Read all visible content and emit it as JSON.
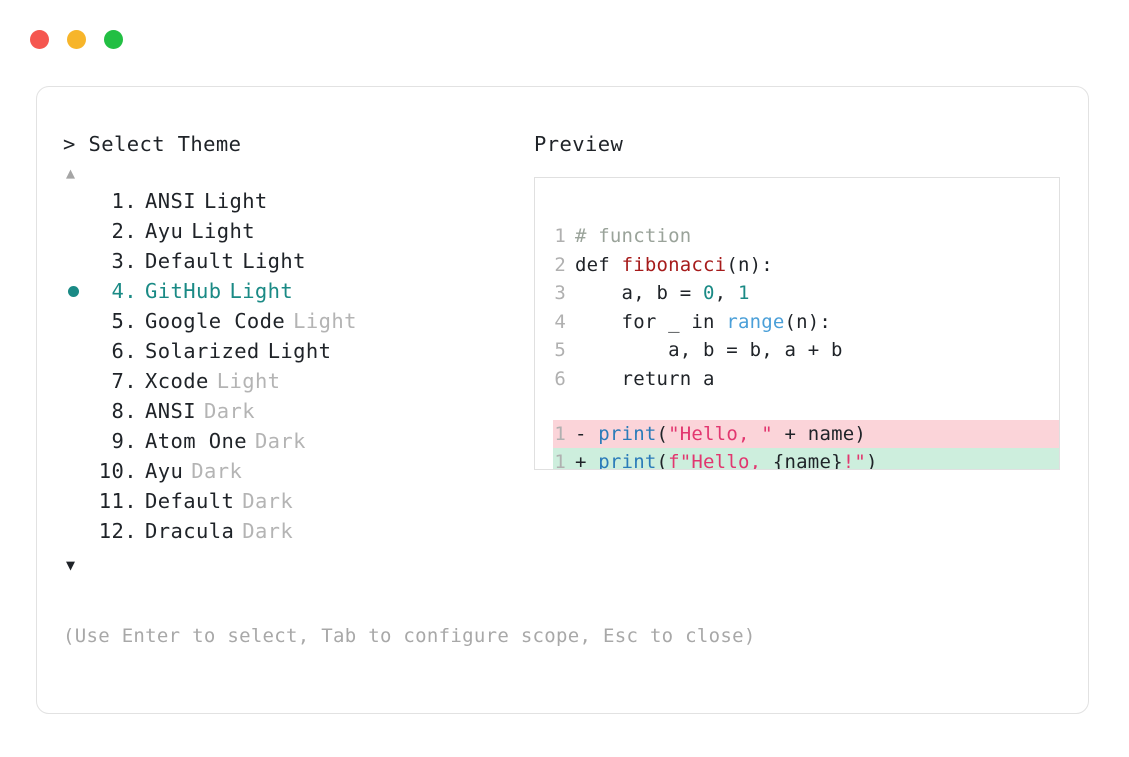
{
  "window": {
    "traffic_lights": [
      {
        "name": "close",
        "color": "#f5564f"
      },
      {
        "name": "minimize",
        "color": "#f7b52a"
      },
      {
        "name": "maximize",
        "color": "#22bf43"
      }
    ]
  },
  "prompt": {
    "marker": ">",
    "title": "Select Theme",
    "full": "> Select Theme"
  },
  "scroll": {
    "up_glyph": "▲",
    "down_glyph": "▼",
    "up_color": "#a5a5a5",
    "down_color": "#1f2328"
  },
  "selection": {
    "selected_index": 4,
    "bullet_glyph": "●",
    "accent_color": "#1a8a85"
  },
  "themes": [
    {
      "num": "1.",
      "name": "ANSI",
      "variant": "Light",
      "variant_dim": false,
      "selected": false
    },
    {
      "num": "2.",
      "name": "Ayu",
      "variant": "Light",
      "variant_dim": false,
      "selected": false
    },
    {
      "num": "3.",
      "name": "Default",
      "variant": "Light",
      "variant_dim": false,
      "selected": false
    },
    {
      "num": "4.",
      "name": "GitHub",
      "variant": "Light",
      "variant_dim": false,
      "selected": true
    },
    {
      "num": "5.",
      "name": "Google Code",
      "variant": "Light",
      "variant_dim": true,
      "selected": false
    },
    {
      "num": "6.",
      "name": "Solarized",
      "variant": "Light",
      "variant_dim": false,
      "selected": false
    },
    {
      "num": "7.",
      "name": "Xcode",
      "variant": "Light",
      "variant_dim": true,
      "selected": false
    },
    {
      "num": "8.",
      "name": "ANSI",
      "variant": "Dark",
      "variant_dim": true,
      "selected": false
    },
    {
      "num": "9.",
      "name": "Atom One",
      "variant": "Dark",
      "variant_dim": true,
      "selected": false
    },
    {
      "num": "10.",
      "name": "Ayu",
      "variant": "Dark",
      "variant_dim": true,
      "selected": false
    },
    {
      "num": "11.",
      "name": "Default",
      "variant": "Dark",
      "variant_dim": true,
      "selected": false
    },
    {
      "num": "12.",
      "name": "Dracula",
      "variant": "Dark",
      "variant_dim": true,
      "selected": false
    }
  ],
  "hint": {
    "text": "(Use Enter to select, Tab to configure scope, Esc to close)"
  },
  "preview": {
    "label": "Preview",
    "code_lines": [
      {
        "ln": "1",
        "tokens": [
          {
            "t": "# function",
            "c": "comment"
          }
        ]
      },
      {
        "ln": "2",
        "tokens": [
          {
            "t": "def ",
            "c": "kw"
          },
          {
            "t": "fibonacci",
            "c": "fn"
          },
          {
            "t": "(n):",
            "c": "plain"
          }
        ]
      },
      {
        "ln": "3",
        "tokens": [
          {
            "t": "    a, b = ",
            "c": "plain"
          },
          {
            "t": "0",
            "c": "num"
          },
          {
            "t": ", ",
            "c": "plain"
          },
          {
            "t": "1",
            "c": "num"
          }
        ]
      },
      {
        "ln": "4",
        "tokens": [
          {
            "t": "    for _ in ",
            "c": "plain"
          },
          {
            "t": "range",
            "c": "builtin"
          },
          {
            "t": "(n):",
            "c": "plain"
          }
        ]
      },
      {
        "ln": "5",
        "tokens": [
          {
            "t": "        a, b = b, a + b",
            "c": "plain"
          }
        ]
      },
      {
        "ln": "6",
        "tokens": [
          {
            "t": "    return a",
            "c": "plain"
          }
        ]
      }
    ],
    "diff_lines": [
      {
        "ln": "1",
        "kind": "del",
        "sign": "-",
        "bg": "#fbd4d9",
        "tokens": [
          {
            "t": "print",
            "c": "print"
          },
          {
            "t": "(",
            "c": "plain"
          },
          {
            "t": "\"Hello, \"",
            "c": "str"
          },
          {
            "t": " + name)",
            "c": "plain"
          }
        ]
      },
      {
        "ln": "1",
        "kind": "add",
        "sign": "+",
        "bg": "#cdeedd",
        "tokens": [
          {
            "t": "print",
            "c": "print"
          },
          {
            "t": "(",
            "c": "plain"
          },
          {
            "t": "f\"Hello, ",
            "c": "str"
          },
          {
            "t": "{name}",
            "c": "plain"
          },
          {
            "t": "!\"",
            "c": "str"
          },
          {
            "t": ")",
            "c": "plain"
          }
        ]
      }
    ]
  }
}
